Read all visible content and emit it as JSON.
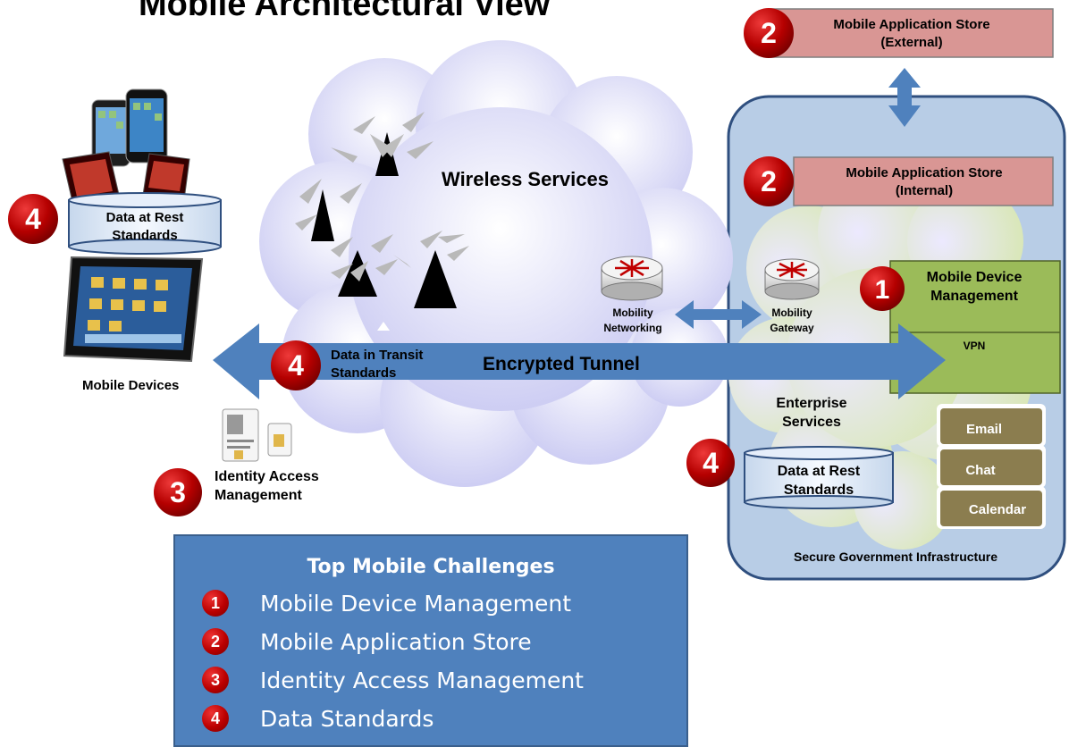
{
  "title": "Mobile Architectural View",
  "colors": {
    "cloud_fill": "#dcdcf7",
    "infra_fill": "#b8cde6",
    "infra_border": "#2f4f7f",
    "store_fill": "#d99694",
    "mdm_fill": "#9bbb59",
    "app_button_fill": "#8b7d4f",
    "badge_red": "#c00000",
    "tunnel_blue": "#4f81bd",
    "legend_fill": "#4f81bd"
  },
  "store_external": {
    "badge": "2",
    "line1": "Mobile Application Store",
    "line2": "(External)"
  },
  "store_internal": {
    "badge": "2",
    "line1": "Mobile Application Store",
    "line2": "(Internal)"
  },
  "wireless": {
    "label": "Wireless Services"
  },
  "devices": {
    "badge": "4",
    "data_rest_line1": "Data at Rest",
    "data_rest_line2": "Standards",
    "label": "Mobile Devices"
  },
  "identity": {
    "badge": "3",
    "line1": "Identity Access",
    "line2": "Management"
  },
  "tunnel": {
    "badge": "4",
    "transit_line1": "Data in Transit",
    "transit_line2": "Standards",
    "label": "Encrypted Tunnel"
  },
  "mobility_networking": {
    "line1": "Mobility",
    "line2": "Networking"
  },
  "mobility_gateway": {
    "line1": "Mobility",
    "line2": "Gateway"
  },
  "mdm": {
    "badge": "1",
    "line1": "Mobile Device",
    "line2": "Management",
    "vpn": "VPN"
  },
  "enterprise": {
    "line1": "Enterprise",
    "line2": "Services"
  },
  "enterprise_data": {
    "badge": "4",
    "line1": "Data at Rest",
    "line2": "Standards"
  },
  "apps": [
    "Email",
    "Chat",
    "Calendar"
  ],
  "infra_label": "Secure Government Infrastructure",
  "legend": {
    "title": "Top Mobile Challenges",
    "items": [
      {
        "num": "1",
        "text": "Mobile Device Management"
      },
      {
        "num": "2",
        "text": "Mobile Application Store"
      },
      {
        "num": "3",
        "text": "Identity Access Management"
      },
      {
        "num": "4",
        "text": "Data Standards"
      }
    ]
  }
}
